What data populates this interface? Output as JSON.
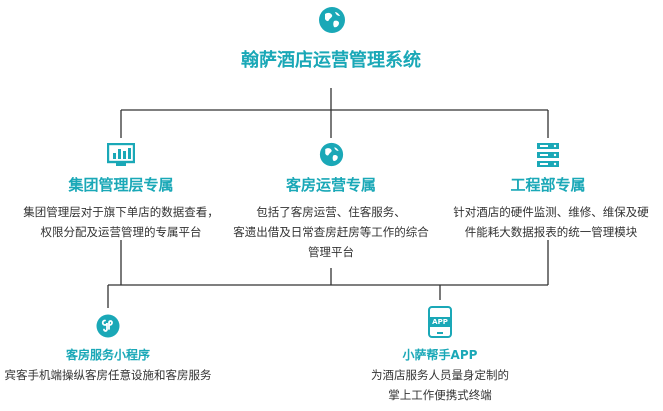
{
  "colors": {
    "accent": "#1aa8b7",
    "line": "#333333",
    "text": "#333333"
  },
  "root": {
    "title": "翰萨酒店运营管理系统",
    "icon": "globe-icon"
  },
  "modules": [
    {
      "title": "集团管理层专属",
      "icon": "bar-chart-icon",
      "desc_lines": [
        "集团管理层对于旗下单店的数据查看，",
        "权限分配及运营管理的专属平台"
      ]
    },
    {
      "title": "客房运营专属",
      "icon": "globe-icon",
      "desc_lines": [
        "包括了客房运营、住客服务、",
        "客遗出借及日常查房赶房等工作的综合",
        "管理平台"
      ]
    },
    {
      "title": "工程部专属",
      "icon": "server-icon",
      "desc_lines": [
        "针对酒店的硬件监测、维修、维保及硬",
        "件能耗大数据报表的统一管理模块"
      ]
    }
  ],
  "apps": [
    {
      "title": "客房服务小程序",
      "icon": "mini-program-icon",
      "desc_lines": [
        "宾客手机端操纵客房任意设施和客房服务"
      ]
    },
    {
      "title": "小萨帮手APP",
      "icon": "phone-app-icon",
      "icon_text": "APP",
      "desc_lines": [
        "为酒店服务人员量身定制的",
        "掌上工作便携式终端"
      ]
    }
  ]
}
